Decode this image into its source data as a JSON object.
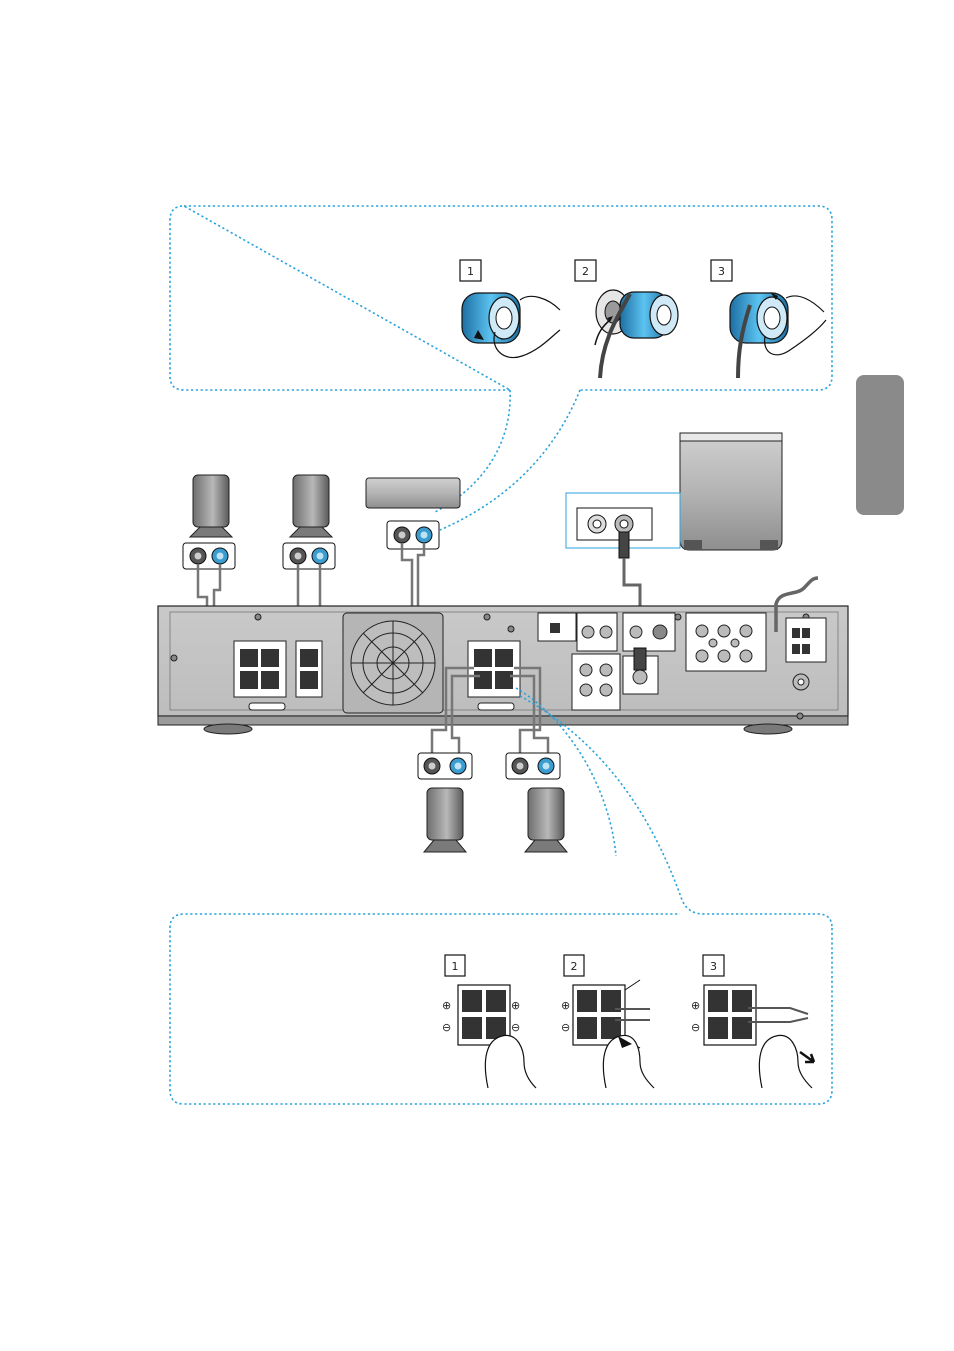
{
  "steps": {
    "top": [
      "1",
      "2",
      "3"
    ],
    "bottom": [
      "1",
      "2",
      "3"
    ]
  },
  "polarity": {
    "plus": "⊕",
    "minus": "⊖"
  },
  "colors": {
    "dotted_frame": "#29a3dc",
    "terminal_blue": "#3a9ccf",
    "side_tab": "#8a8a8a",
    "speaker_body": "#9a9a9a"
  }
}
